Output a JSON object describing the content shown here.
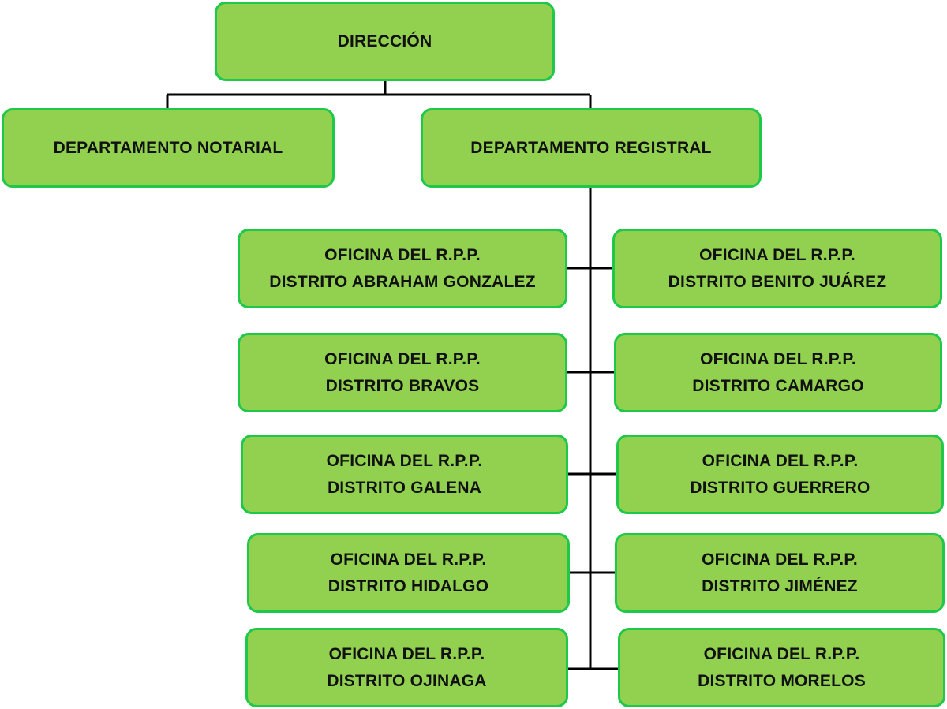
{
  "colors": {
    "box_fill": "#92d050",
    "box_border": "#1ec94a",
    "connector": "#000000",
    "text": "#111111"
  },
  "direccion": {
    "label": "DIRECCIÓN"
  },
  "departamentos": {
    "notarial": "DEPARTAMENTO NOTARIAL",
    "registral": "DEPARTAMENTO REGISTRAL"
  },
  "oficinas": [
    {
      "line1": "OFICINA DEL R.P.P.",
      "line2": "DISTRITO ABRAHAM GONZALEZ"
    },
    {
      "line1": "OFICINA DEL R.P.P.",
      "line2": "DISTRITO BENITO JUÁREZ"
    },
    {
      "line1": "OFICINA DEL R.P.P.",
      "line2": "DISTRITO BRAVOS"
    },
    {
      "line1": "OFICINA DEL R.P.P.",
      "line2": "DISTRITO CAMARGO"
    },
    {
      "line1": "OFICINA DEL R.P.P.",
      "line2": "DISTRITO GALENA"
    },
    {
      "line1": "OFICINA DEL R.P.P.",
      "line2": "DISTRITO GUERRERO"
    },
    {
      "line1": "OFICINA DEL R.P.P.",
      "line2": "DISTRITO HIDALGO"
    },
    {
      "line1": "OFICINA DEL R.P.P.",
      "line2": "DISTRITO JIMÉNEZ"
    },
    {
      "line1": "OFICINA DEL R.P.P.",
      "line2": "DISTRITO OJINAGA"
    },
    {
      "line1": "OFICINA DEL R.P.P.",
      "line2": "DISTRITO MORELOS"
    }
  ]
}
